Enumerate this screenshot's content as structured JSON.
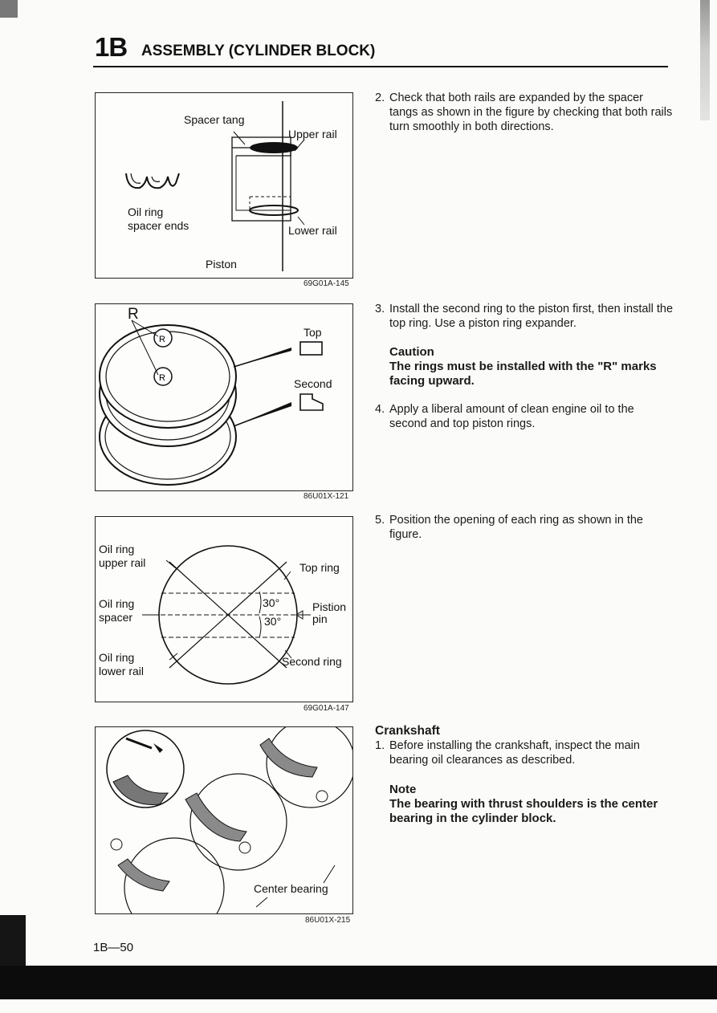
{
  "header": {
    "section": "1B",
    "title": "ASSEMBLY (CYLINDER BLOCK)"
  },
  "figures": {
    "fig1": {
      "code": "69G01A-145",
      "labels": {
        "spacer_tang": "Spacer tang",
        "upper_rail": "Upper rail",
        "oil_ring_spacer_ends": "Oil ring\nspacer ends",
        "lower_rail": "Lower rail",
        "piston": "Piston"
      }
    },
    "fig2": {
      "code": "86U01X-121",
      "labels": {
        "r_mark": "R",
        "top": "Top",
        "second": "Second"
      }
    },
    "fig3": {
      "code": "69G01A-147",
      "labels": {
        "oil_ring_upper_rail": "Oil ring\nupper rail",
        "top_ring": "Top ring",
        "oil_ring_spacer": "Oil ring\nspacer",
        "angle1": "30°",
        "angle2": "30°",
        "piston_pin": "Pistion\npin",
        "oil_ring_lower_rail": "Oil ring\nlower rail",
        "second_ring": "Second ring"
      }
    },
    "fig4": {
      "code": "86U01X-215",
      "labels": {
        "center_bearing": "Center bearing"
      }
    }
  },
  "steps": {
    "s2": {
      "num": "2.",
      "text": "Check that both rails are expanded by the spacer tangs as shown in the figure by checking that both rails turn smoothly in both directions."
    },
    "s3": {
      "num": "3.",
      "text": "Install the second ring to the piston first, then install the top ring. Use a piston ring expander."
    },
    "caution": {
      "heading": "Caution",
      "text": "The rings must be installed with the \"R\" marks facing upward."
    },
    "s4": {
      "num": "4.",
      "text": "Apply a liberal amount of clean engine oil to the second and top piston rings."
    },
    "s5": {
      "num": "5.",
      "text": "Position the opening of each ring as shown in the figure."
    },
    "crankshaft": {
      "heading": "Crankshaft"
    },
    "s1": {
      "num": "1.",
      "text": "Before installing the crankshaft, inspect the main bearing oil clearances as described."
    },
    "note": {
      "heading": "Note",
      "text": "The bearing with thrust shoulders is the center bearing in the cylinder block."
    }
  },
  "footer": {
    "page": "1B—50"
  }
}
